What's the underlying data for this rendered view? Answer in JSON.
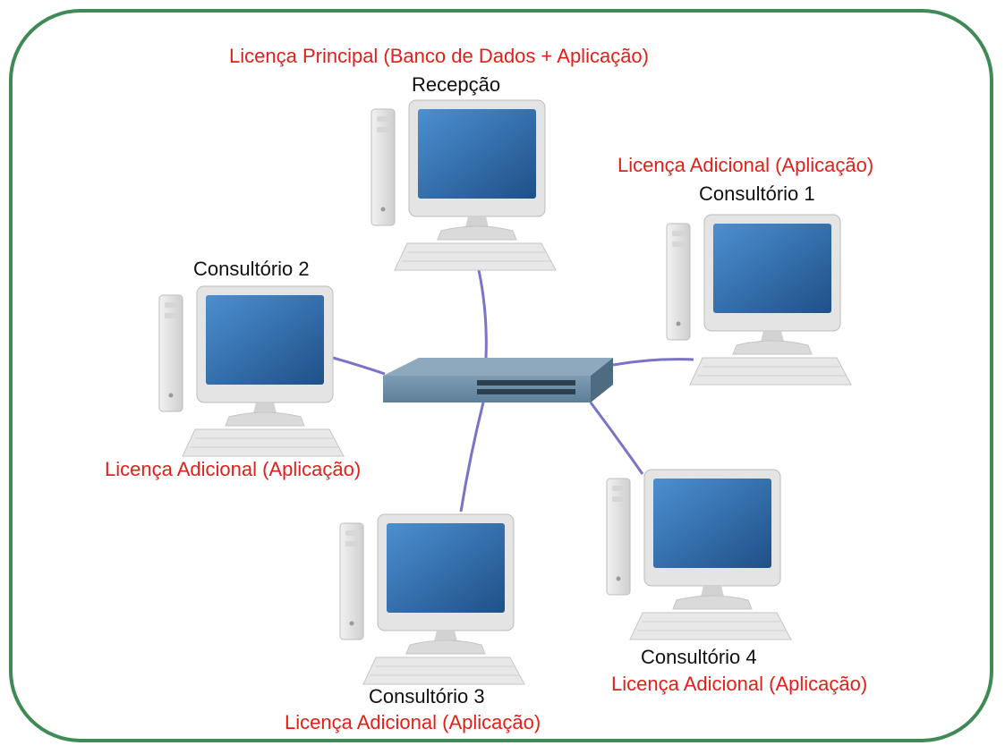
{
  "colors": {
    "border": "#3f8a55",
    "license_text": "#e0201a",
    "name_text": "#111111",
    "cable": "#7a73c8",
    "screen": "#2f6aa0"
  },
  "nodes": {
    "recepcao": {
      "license": "Licença Principal (Banco de Dados + Aplicação)",
      "name": "Recepção"
    },
    "consultorio1": {
      "license": "Licença Adicional (Aplicação)",
      "name": "Consultório 1"
    },
    "consultorio2": {
      "name": "Consultório 2",
      "license": "Licença Adicional (Aplicação)"
    },
    "consultorio3": {
      "name": "Consultório 3",
      "license": "Licença Adicional (Aplicação)"
    },
    "consultorio4": {
      "name": "Consultório 4",
      "license": "Licença Adicional (Aplicação)"
    }
  },
  "icons": {
    "switch": "network-switch-icon",
    "computer": "desktop-computer-icon"
  }
}
